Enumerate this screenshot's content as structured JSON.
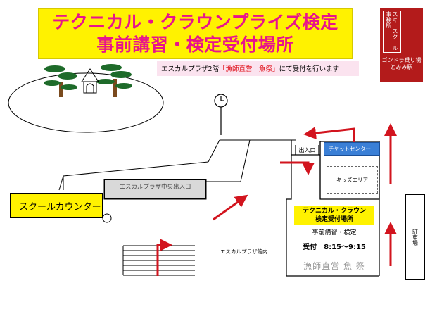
{
  "title": {
    "line1": "テクニカル・クラウンプライズ検定",
    "line2": "事前講習・検定受付場所"
  },
  "notice": {
    "prefix": "エスカルプラザ2階",
    "highlight": "「漁師直営　魚祭」",
    "suffix": "にて受付を行います"
  },
  "school_office": {
    "label": "スキースクール事務所",
    "gondola": "ゴンドラ乗り場",
    "station": "とみみ駅"
  },
  "map": {
    "school_counter": "スクールカウンター",
    "central_entrance": "エスカルプラザ中央出入口",
    "exit_entrance": "出入口",
    "ticket_center": "チケットセンター",
    "kids_area": "キッズエリア",
    "plaza_inside": "エスカルプラザ館内",
    "parking": "駐車場"
  },
  "venue": {
    "title_line1": "テクニカル・クラウン",
    "title_line2": "検定受付場所",
    "subtitle": "事前講習・検定",
    "time": "受付　8:15〜9:15",
    "restaurant": "漁師直営 魚 祭"
  },
  "colors": {
    "title_bg": "#fff200",
    "title_text": "#e8148c",
    "arrow": "#d2141e",
    "ticket_center": "#3a7fd6",
    "office": "#b31b1b",
    "notice_bg": "#fbe3ef"
  }
}
